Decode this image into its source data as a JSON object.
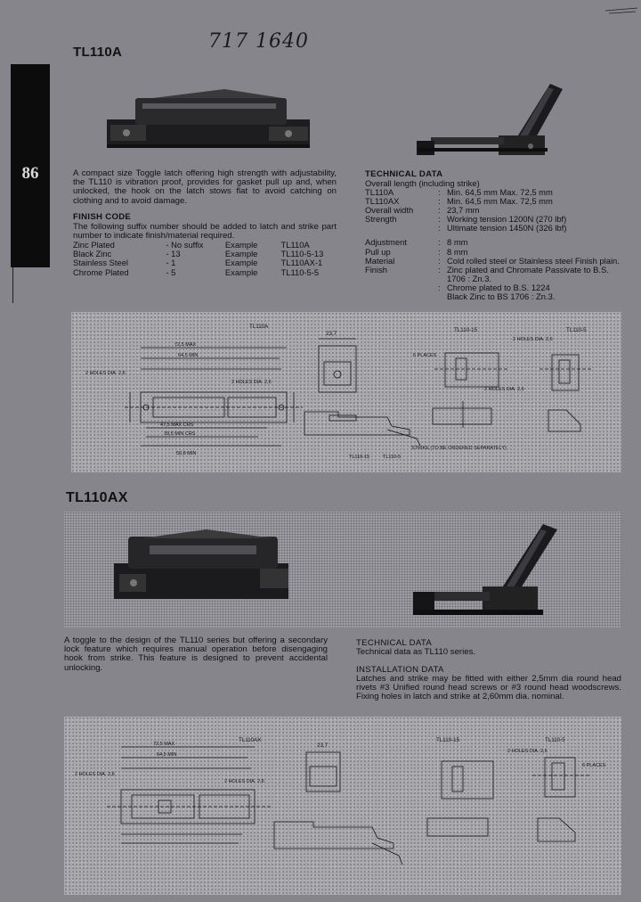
{
  "page": {
    "page_number": "86",
    "handwritten_note": "717   1640"
  },
  "tl110a": {
    "title": "TL110A",
    "description": "A compact size Toggle latch offering high strength with adjustability, the TL110 is vibration proof, provides for gasket pull up and, when unlocked, the hook on the latch stows flat to avoid catching on clothing and to avoid damage.",
    "finish_code": {
      "heading": "FINISH CODE",
      "intro": "The following suffix number should be added to latch and strike part number to indicate finish/material required.",
      "rows": [
        {
          "finish": "Zinc Plated",
          "suffix": "-  No suffix",
          "example_label": "Example",
          "example": "TL110A"
        },
        {
          "finish": "Black Zinc",
          "suffix": "-  13",
          "example_label": "Example",
          "example": "TL110-5-13"
        },
        {
          "finish": "Stainless Steel",
          "suffix": "-  1",
          "example_label": "Example",
          "example": "TL110AX-1"
        },
        {
          "finish": "Chrome Plated",
          "suffix": "-  5",
          "example_label": "Example",
          "example": "TL110-5-5"
        }
      ]
    },
    "technical_data": {
      "heading": "TECHNICAL DATA",
      "subheading": "Overall length (including strike)",
      "rows": [
        {
          "label": "TL110A",
          "sep": ":",
          "value": "Min. 64,5 mm Max. 72,5 mm"
        },
        {
          "label": "TL110AX",
          "sep": ":",
          "value": "Min. 64,5 mm Max. 72,5 mm"
        },
        {
          "label": "Overall width",
          "sep": ":",
          "value": "23,7 mm"
        },
        {
          "label": "Strength",
          "sep": ":",
          "value": "Working tension 1200N (270 lbf)"
        },
        {
          "label": "",
          "sep": ":",
          "value": "Ultimate tension 1450N (326 lbf)"
        },
        {
          "label": "Adjustment",
          "sep": ":",
          "value": "8 mm"
        },
        {
          "label": "Pull up",
          "sep": ":",
          "value": "8 mm"
        },
        {
          "label": "Material",
          "sep": ":",
          "value": "Cold rolled steel or Stainless steel   Finish plain."
        },
        {
          "label": "Finish",
          "sep": ":",
          "value": "Zinc plated and Chromate Passivate to B.S. 1706 : Zn.3."
        },
        {
          "label": "",
          "sep": ":",
          "value": "Chrome plated to B.S. 1224"
        },
        {
          "label": "",
          "sep": "",
          "value": "Black Zinc to BS 1706 : Zn.3."
        }
      ]
    },
    "drawing": {
      "labels": {
        "main": "TL110A",
        "side": "23,7",
        "strike15": "TL110-15",
        "strike5": "TL110-5",
        "holes1": "2 HOLES DIA. 2,6",
        "holes2": "2 HOLES DIA. 2,6",
        "holes3": "2 HOLES DIA. 2,6",
        "holes4": "2 HOLES DIA. 2,6",
        "max": "72,5 MAX",
        "min": "64,5 MIN",
        "crs1": "47,5 MAX CRS",
        "crs2": "39,5 MIN CRS",
        "width": "50,8 MIN",
        "strike_note": "STRIKE (TO BE ORDERED SEPARATELY)",
        "places": "6 PLACES",
        "tl110_15": "TL110-15",
        "tl110_5": "TL110-5"
      }
    }
  },
  "tl110ax": {
    "title": "TL110AX",
    "description": "A toggle to the design of the TL110 series but offering a secondary lock feature which requires manual operation before disengaging hook from strike. This feature is designed to prevent accidental unlocking.",
    "technical_data": {
      "heading": "TECHNICAL DATA",
      "text": "Technical data as TL110 series."
    },
    "installation_data": {
      "heading": "INSTALLATION DATA",
      "text": "Latches and strike may be fitted with either 2,5mm dia round head rivets #3 Unified round head screws or #3 round head woodscrews. Fixing holes in latch and strike at 2,60mm dia. nominal."
    },
    "drawing": {
      "labels": {
        "main": "TL110AX",
        "side": "23,7",
        "strike15": "TL110-15",
        "strike5": "TL110-5",
        "holes1": "2 HOLES DIA. 2,6",
        "holes2": "2 HOLES DIA. 2,6",
        "holes3": "2 HOLES DIA. 2,6",
        "max": "72,5 MAX",
        "min": "64,5 MIN",
        "places": "6 PLACES"
      }
    }
  }
}
